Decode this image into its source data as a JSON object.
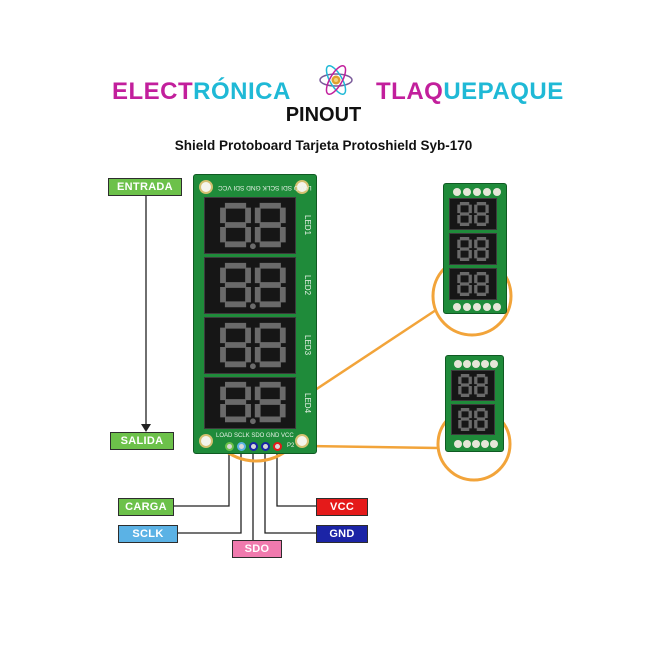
{
  "header": {
    "brand_left_1": "ELECT",
    "brand_left_2": "RÓNICA",
    "brand_right_1": "TLAQ",
    "brand_right_2": "UEPAQUE",
    "title": "PINOUT",
    "subtitle": "Shield Protoboard Tarjeta Protoshield Syb-170"
  },
  "colors": {
    "magenta": "#c21f9c",
    "cyan": "#1fb9d6",
    "board_green": "#1f8b3a",
    "label_green": "#6cc14a",
    "label_blue": "#5bb2e5",
    "label_pink": "#f07aae",
    "label_red": "#e51a1a",
    "label_navy": "#1b24a6",
    "highlight_orange": "#f2a43a"
  },
  "flow_labels": {
    "entrada": "ENTRADA",
    "salida": "SALIDA"
  },
  "pin_labels": {
    "carga": "CARGA",
    "sclk": "SCLK",
    "sdo": "SDO",
    "vcc": "VCC",
    "gnd": "GND"
  },
  "board": {
    "top_header": "LOAD SDI SCLK GND SDI VCC",
    "bottom_header": "LOAD SCLK SDO GND VCC",
    "leds": [
      "LED1",
      "LED2",
      "LED3",
      "LED4"
    ],
    "p1": "P1",
    "p2": "P2"
  }
}
